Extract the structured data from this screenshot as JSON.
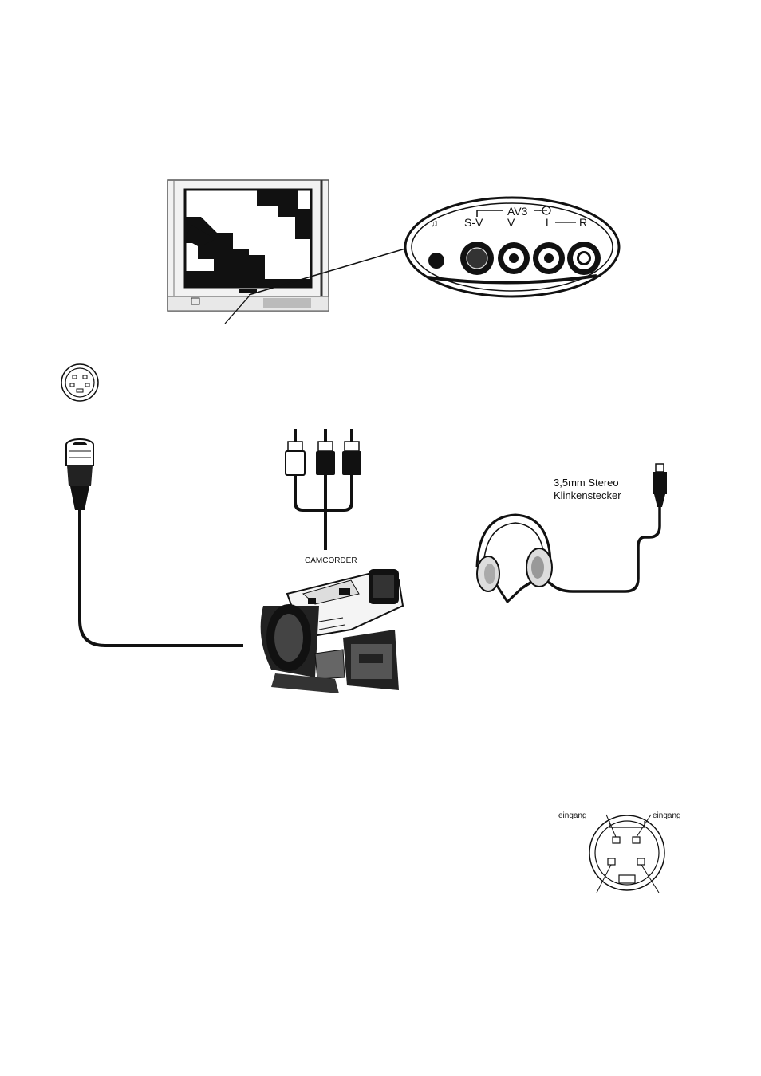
{
  "panel": {
    "group_label": "AV3",
    "jacks": {
      "svideo": "S-V",
      "video": "V",
      "left": "L",
      "right": "R"
    }
  },
  "camcorder": {
    "label": "CAMCORDER"
  },
  "headphones": {
    "plug_line1": "3,5mm Stereo",
    "plug_line2": "Klinkenstecker"
  },
  "pinout": {
    "top_left_label": "eingang",
    "top_right_label": "eingang"
  }
}
